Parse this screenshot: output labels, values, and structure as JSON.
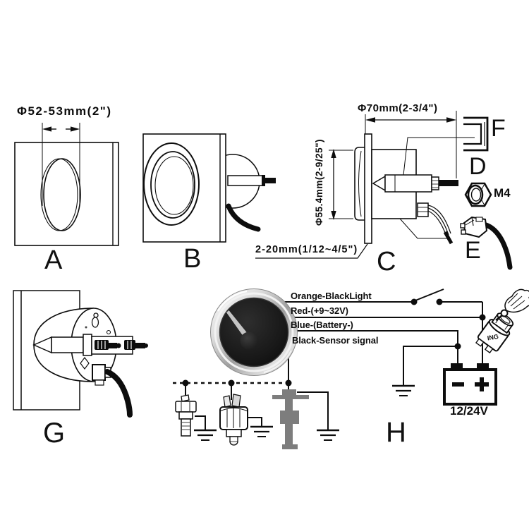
{
  "colors": {
    "background": "#ffffff",
    "line": "#0d0d0d",
    "fuel_sender_gray": "#7d7d7d",
    "gauge_face": "#161616",
    "bezel_silver": "#c9c9c9"
  },
  "diagram_a": {
    "label": "A",
    "hole_dimension": "Φ52-53mm(2\")"
  },
  "diagram_b": {
    "label": "B"
  },
  "diagram_c": {
    "label": "C",
    "width_dimension": "Φ70mm(2-3/4\")",
    "height_dimension": "Φ55.4mm(2-9/25\")",
    "panel_thickness_dimension": "2-20mm(1/12~4/5\")"
  },
  "parts": {
    "bracket_label": "F",
    "nut_label": "D",
    "nut_size": "M4",
    "connector_label": "E"
  },
  "diagram_g": {
    "label": "G"
  },
  "diagram_h": {
    "label": "H",
    "wire_labels": {
      "backlight": "Orange-BlackLight",
      "power": "Red-(+9~32V)",
      "battery_negative": "Blue-(Battery-)",
      "sensor_signal": "Black-Sensor signal"
    },
    "battery_voltage": "12/24V",
    "ignition_switch": "ING"
  }
}
